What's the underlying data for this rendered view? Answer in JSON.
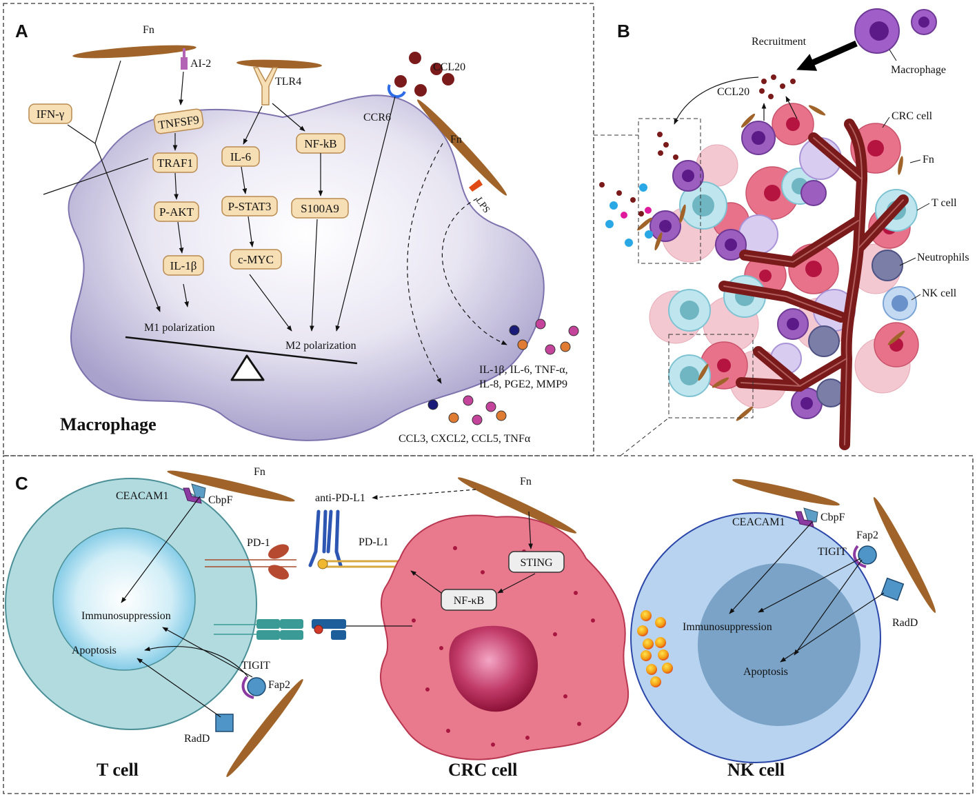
{
  "panels": {
    "a": "A",
    "b": "B",
    "c": "C"
  },
  "panel_a": {
    "fn_top": "Fn",
    "ai2": "AI-2",
    "tlr4": "TLR4",
    "ccl20": "CCL20",
    "ccr6": "CCR6",
    "fn_right": "Fn",
    "lps": "LPS",
    "pills": {
      "ifng": "IFN-γ",
      "tnfsf9": "TNFSF9",
      "traf1": "TRAF1",
      "pakt": "P-AKT",
      "il1b": "IL-1β",
      "il6": "IL-6",
      "pstat3": "P-STAT3",
      "cmyc": "c-MYC",
      "nfkb": "NF-kB",
      "s100a9": "S100A9"
    },
    "m1": "M1 polarization",
    "m2": "M2 polarization",
    "macrophage": "Macrophage",
    "cytokines1_line1": "IL-1β, IL-6, TNF-α,",
    "cytokines1_line2": "IL-8, PGE2, MMP9",
    "cytokines2": "CCL3, CXCL2, CCL5, TNFα"
  },
  "panel_b": {
    "recruitment": "Recruitment",
    "macrophage": "Macrophage",
    "ccl20": "CCL20",
    "crc_cell": "CRC cell",
    "fn": "Fn",
    "t_cell": "T cell",
    "neutrophils": "Neutrophils",
    "nk_cell": "NK cell"
  },
  "panel_c": {
    "fn_left": "Fn",
    "ceacam1_left": "CEACAM1",
    "cbpf_left": "CbpF",
    "anti_pdl1": "anti-PD-L1",
    "fn_mid": "Fn",
    "pd1": "PD-1",
    "pdl1": "PD-L1",
    "sting": "STING",
    "nfkb": "NF-κB",
    "immuno_left": "Immunosuppression",
    "apoptosis_left": "Apoptosis",
    "tigit_left": "TIGIT",
    "fap2_left": "Fap2",
    "radd_left": "RadD",
    "t_cell": "T cell",
    "crc_cell": "CRC cell",
    "nk_cell": "NK cell",
    "ceacam1_right": "CEACAM1",
    "cbpf_right": "CbpF",
    "tigit_right": "TIGIT",
    "fap2_right": "Fap2",
    "radd_right": "RadD",
    "immuno_right": "Immunosuppression",
    "apoptosis_right": "Apoptosis"
  },
  "colors": {
    "fn_rod": "#a0642a",
    "pill_fill": "#f6deb5",
    "pill_stroke": "#b98a4f",
    "macrophage": "#c9c3e0",
    "crc": "#e7768a",
    "t_cell_outer": "#b2dbe0",
    "nk_outer": "#b8d3f0",
    "vessel": "#7a1a1a"
  }
}
